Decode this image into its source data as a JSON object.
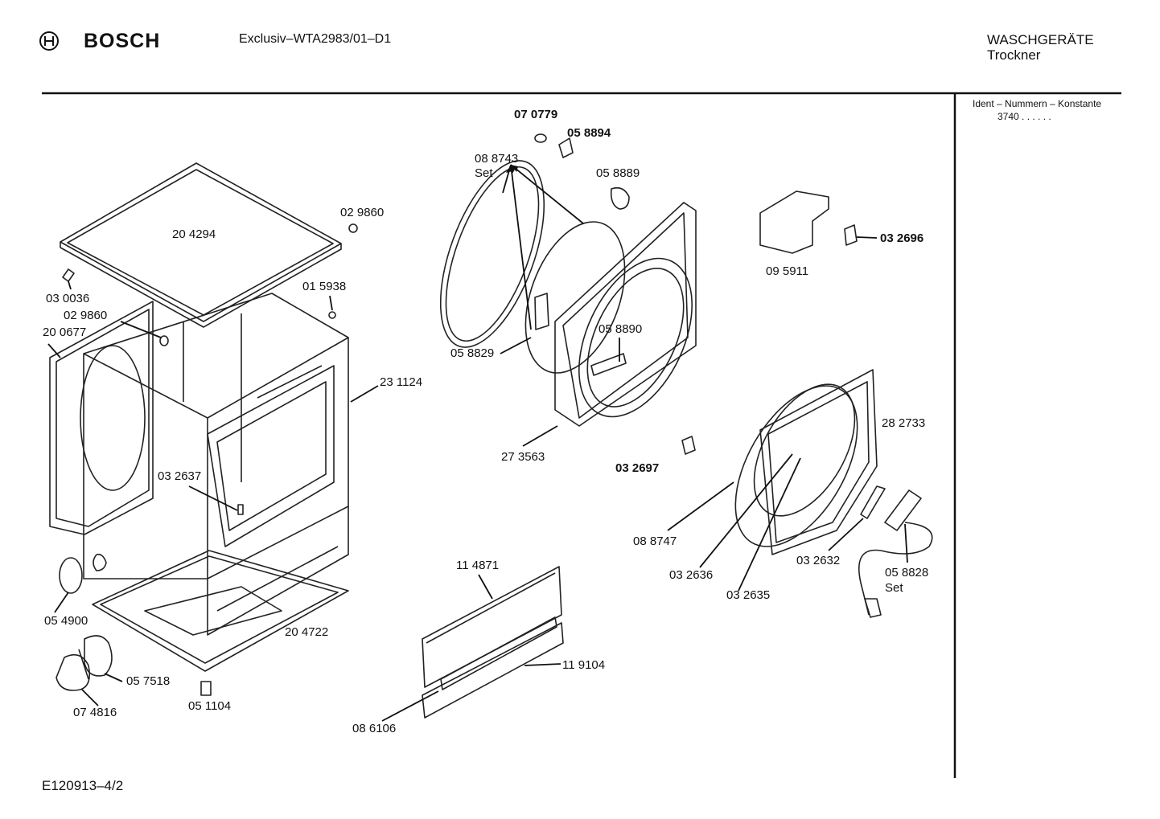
{
  "header": {
    "brand": "BOSCH",
    "model": "Exclusiv–WTA2983/01–D1",
    "category": "WASCHGERÄTE",
    "subcategory": "Trockner",
    "ident_label": "Ident – Nummern – Konstante",
    "ident_value": "3740 .  .  .  .  .  .",
    "logo_icon": "bosch-armature-icon"
  },
  "footer": {
    "code": "E120913–4/2"
  },
  "parts": {
    "p204294": "20 4294",
    "p029860a": "02 9860",
    "p030036": "03 0036",
    "p015938": "01 5938",
    "p029860b": "02 9860",
    "p200677": "20 0677",
    "p231124": "23 1124",
    "p032637": "03 2637",
    "p054900": "05 4900",
    "p204722": "20 4722",
    "p057518": "05 7518",
    "p074816": "07 4816",
    "p051104": "05 1104",
    "p070779": "07 0779",
    "p058894": "05 8894",
    "p088743": "08 8743",
    "set1": "Set",
    "p058889": "05 8889",
    "p058829": "05 8829",
    "p058890": "05 8890",
    "p273563": "27 3563",
    "p095911": "09 5911",
    "p032696": "03 2696",
    "p282733": "28 2733",
    "p032697": "03 2697",
    "p088747": "08 8747",
    "p032636": "03 2636",
    "p032635": "03 2635",
    "p032632": "03 2632",
    "p058828": "05 8828",
    "set2": "Set",
    "p114871": "11 4871",
    "p119104": "11 9104",
    "p086106": "08 6106"
  }
}
